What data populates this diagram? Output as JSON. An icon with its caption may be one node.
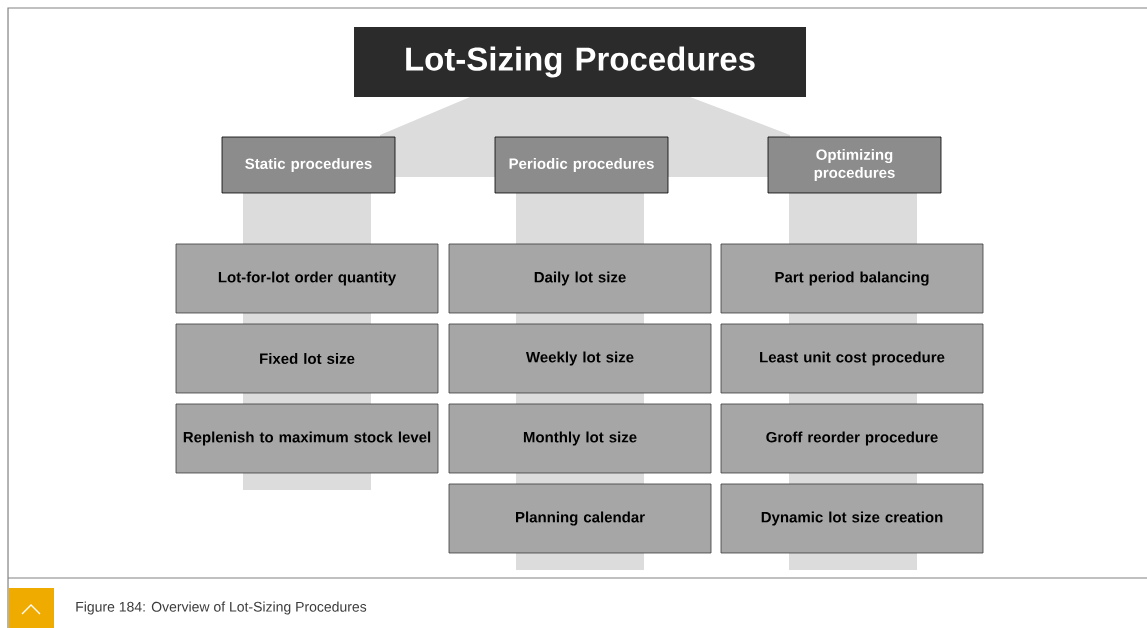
{
  "diagram": {
    "caption": "Figure 184: Overview of Lot-Sizing Procedures",
    "nodes": [
      {
        "text": [
          "Lot-Sizing Procedures"
        ]
      },
      {
        "text": [
          "Static procedures"
        ]
      },
      {
        "text": [
          "Periodic procedures"
        ]
      },
      {
        "text": [
          "Optimizing procedures"
        ]
      },
      {
        "text": [
          "Lot-for-lot order quantity"
        ]
      },
      {
        "text": [
          "Daily lot size"
        ]
      },
      {
        "text": [
          "Part period balancing"
        ]
      },
      {
        "text": [
          "Fixed lot size"
        ]
      },
      {
        "text": [
          "Weekly lot size"
        ]
      },
      {
        "text": [
          "Least unit cost procedure"
        ]
      },
      {
        "text": [
          "Replenish to maximum stock level"
        ]
      },
      {
        "text": [
          "Monthly lot size"
        ]
      },
      {
        "text": [
          "Groff reorder procedure"
        ]
      },
      {
        "text": [
          "Planning calendar"
        ]
      },
      {
        "text": [
          "Dynamic lot size creation"
        ]
      }
    ]
  }
}
